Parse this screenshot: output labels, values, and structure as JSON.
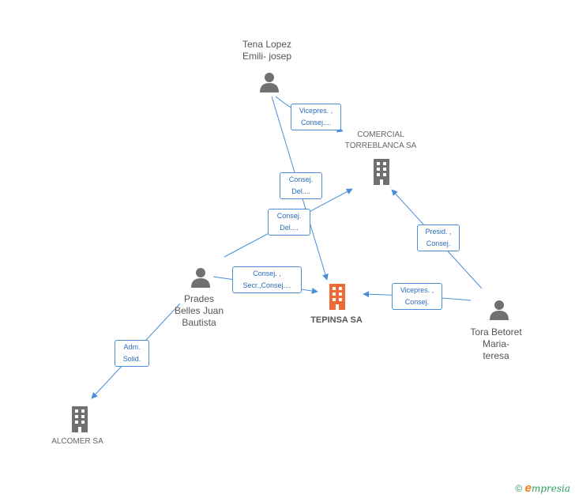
{
  "nodes": {
    "tena": {
      "line1": "Tena Lopez",
      "line2": "Emili- josep",
      "icon": "person-icon"
    },
    "prades": {
      "line1": "Prades",
      "line2": "Belles Juan",
      "line3": "Bautista",
      "icon": "person-icon"
    },
    "tora": {
      "line1": "Tora Betoret",
      "line2": "Maria-",
      "line3": "teresa",
      "icon": "person-icon"
    },
    "comercial": {
      "line1": "COMERCIAL",
      "line2": "TORREBLANCA SA",
      "icon": "building-icon"
    },
    "tepinsa": {
      "line1": "TEPINSA SA",
      "icon": "building-icon"
    },
    "alcomer": {
      "line1": "ALCOMER SA",
      "icon": "building-icon"
    }
  },
  "edges": {
    "tena_comercial": {
      "line1": "Vicepres. ,",
      "line2": "Consej...."
    },
    "tena_tepinsa": {
      "line1": "Consej.",
      "line2": "Del...."
    },
    "prades_comercial": {
      "line1": "Consej.",
      "line2": "Del...."
    },
    "prades_tepinsa": {
      "line1": "Consej. ,",
      "line2": "Secr.,Consej...."
    },
    "prades_alcomer": {
      "line1": "Adm.",
      "line2": "Solid."
    },
    "tora_comercial": {
      "line1": "Presid. ,",
      "line2": "Consej."
    },
    "tora_tepinsa": {
      "line1": "Vicepres. ,",
      "line2": "Consej."
    }
  },
  "colors": {
    "edge": "#4a8ed8",
    "node_gray": "#707070",
    "main_company": "#f06a35"
  },
  "footer": {
    "copyright": "©",
    "brand_e": "e",
    "brand_rest": "mpresia"
  }
}
